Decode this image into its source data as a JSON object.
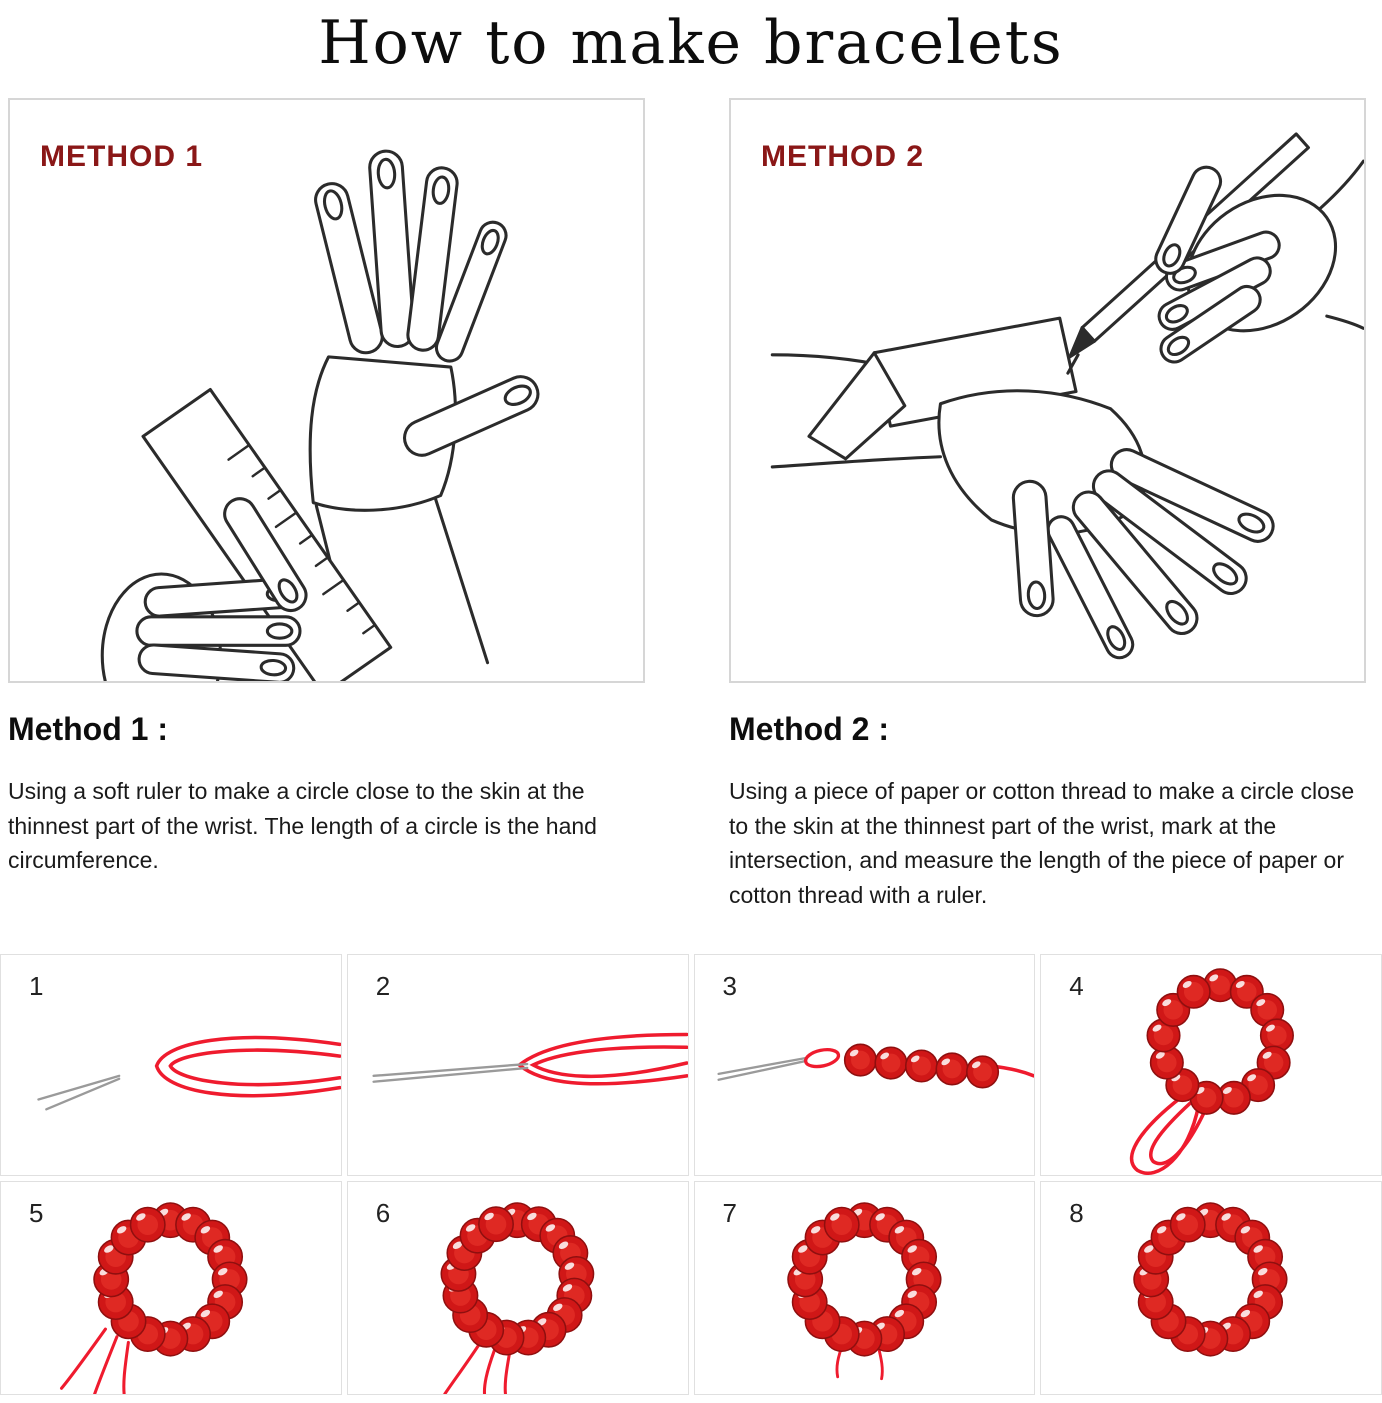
{
  "title": "How to make bracelets",
  "methods": [
    {
      "badge": "METHOD 1",
      "heading": "Method 1 :",
      "description": "Using a soft ruler to make a circle close to the skin at the thinnest part of the wrist. The length of a circle is the hand circumference."
    },
    {
      "badge": "METHOD 2",
      "heading": "Method 2 :",
      "description": "Using a piece of paper or cotton thread to make a circle close to the skin at the thinnest part of the wrist, mark at the intersection, and measure the length of the piece of paper or cotton thread with a ruler."
    }
  ],
  "steps": [
    {
      "number": "1",
      "type": "needle-and-cord-loop"
    },
    {
      "number": "2",
      "type": "needle-threaded-through-loop"
    },
    {
      "number": "3",
      "type": "beads-strung-on-cord",
      "beads": 5
    },
    {
      "number": "4",
      "type": "bead-ring-with-cord-loop",
      "beads": 13
    },
    {
      "number": "5",
      "type": "bead-ring-with-tails",
      "beads": 16,
      "tails": "left"
    },
    {
      "number": "6",
      "type": "bead-ring-with-tails",
      "beads": 17,
      "tails": "center"
    },
    {
      "number": "7",
      "type": "bead-ring",
      "beads": 16,
      "tails": "small"
    },
    {
      "number": "8",
      "type": "bead-ring",
      "beads": 16,
      "tails": "none"
    }
  ],
  "colors": {
    "badge": "#8a1717",
    "bead": "#d01717",
    "bead_dark": "#8f0f0f",
    "bead_mid": "#ee3b2f",
    "cord": "#ef1b2e",
    "needle": "#9a9a9a",
    "line_art": "#2b2b2b"
  }
}
